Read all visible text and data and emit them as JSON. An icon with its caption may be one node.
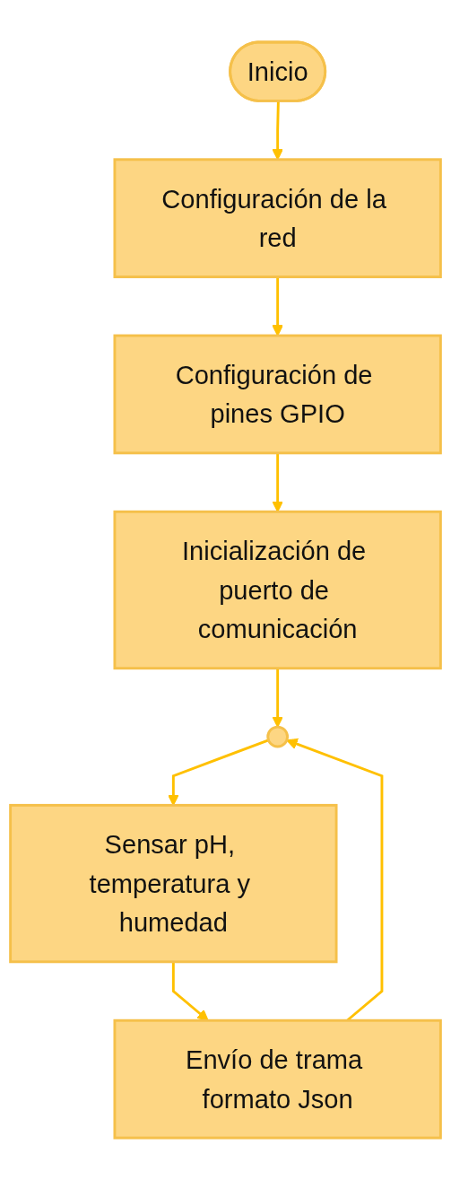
{
  "diagram": {
    "nodes": [
      {
        "text": [
          "Inicio"
        ]
      },
      {
        "text": [
          "Configuración de la red"
        ]
      },
      {
        "text": [
          "Configuración de pines GPIO"
        ]
      },
      {
        "text": [
          "Inicialización de puerto de comunicación"
        ]
      },
      {
        "text": [],
        "shape": "circle"
      },
      {
        "text": [
          "Sensar pH, temperatura y humedad"
        ]
      },
      {
        "text": [
          "Envío de trama formato Json"
        ]
      }
    ],
    "edges": [
      {
        "from": 0,
        "to": 1,
        "arrow": "to"
      },
      {
        "from": 1,
        "to": 2,
        "arrow": "to"
      },
      {
        "from": 2,
        "to": 3,
        "arrow": "to"
      },
      {
        "from": 3,
        "to": 4,
        "arrow": "to"
      },
      {
        "from": 4,
        "to": 5,
        "arrow": "to"
      },
      {
        "from": 5,
        "to": 6,
        "arrow": "to"
      },
      {
        "from": 6,
        "to": 4,
        "arrow": "to"
      }
    ]
  }
}
